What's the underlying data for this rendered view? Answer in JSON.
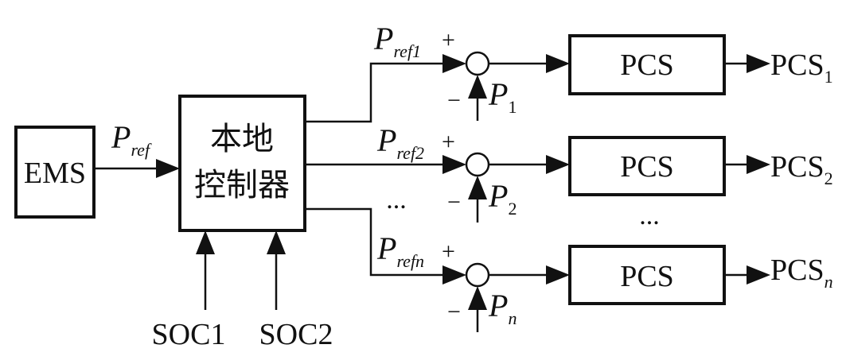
{
  "blocks": {
    "ems": "EMS",
    "controller_line1": "本地",
    "controller_line2": "控制器",
    "pcs": "PCS"
  },
  "signals": {
    "input_ref": {
      "base": "P",
      "sub": "ref"
    },
    "soc1": "SOC1",
    "soc2": "SOC2",
    "channels": [
      {
        "ref_base": "P",
        "ref_sub": "ref1",
        "fb_base": "P",
        "fb_sub": "1",
        "out_base": "PCS",
        "out_sub": "1"
      },
      {
        "ref_base": "P",
        "ref_sub": "ref2",
        "fb_base": "P",
        "fb_sub": "2",
        "out_base": "PCS",
        "out_sub": "2"
      },
      {
        "ref_base": "P",
        "ref_sub": "refn",
        "fb_base": "P",
        "fb_sub": "n",
        "out_base": "PCS",
        "out_sub": "n"
      }
    ],
    "plus": "+",
    "minus": "−",
    "ellipsis": "..."
  }
}
